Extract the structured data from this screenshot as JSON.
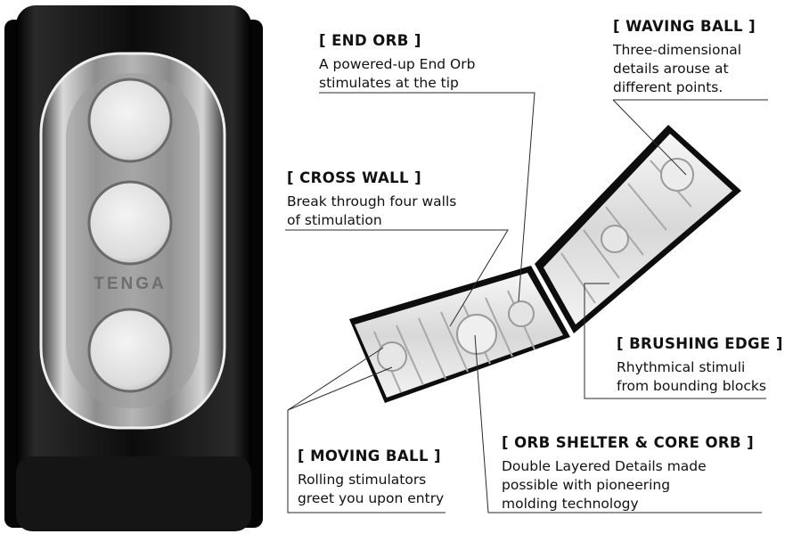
{
  "product": {
    "brand_logo": "TENGA",
    "colors": {
      "case": "#111111",
      "panel": "#9a9a9a",
      "button": "#e6e6e6",
      "sleeve": "#e9e9e9"
    }
  },
  "callouts": {
    "end_orb": {
      "title": "[ END ORB ]",
      "desc": [
        "A powered-up End Orb",
        "stimulates at the tip"
      ]
    },
    "waving_ball": {
      "title": "[ WAVING BALL ]",
      "desc": [
        "Three-dimensional",
        "details arouse at",
        "different points."
      ]
    },
    "cross_wall": {
      "title": "[ CROSS WALL ]",
      "desc": [
        "Break through four walls",
        "of stimulation"
      ]
    },
    "brushing_edge": {
      "title": "[ BRUSHING EDGE ]",
      "desc": [
        "Rhythmical stimuli",
        "from bounding blocks"
      ]
    },
    "moving_ball": {
      "title": "[ MOVING BALL ]",
      "desc": [
        "Rolling stimulators",
        "greet you upon entry"
      ]
    },
    "orb_shelter": {
      "title": "[ ORB SHELTER & CORE ORB ]",
      "desc": [
        "Double Layered Details made",
        "possible with pioneering",
        "molding technology"
      ]
    }
  }
}
